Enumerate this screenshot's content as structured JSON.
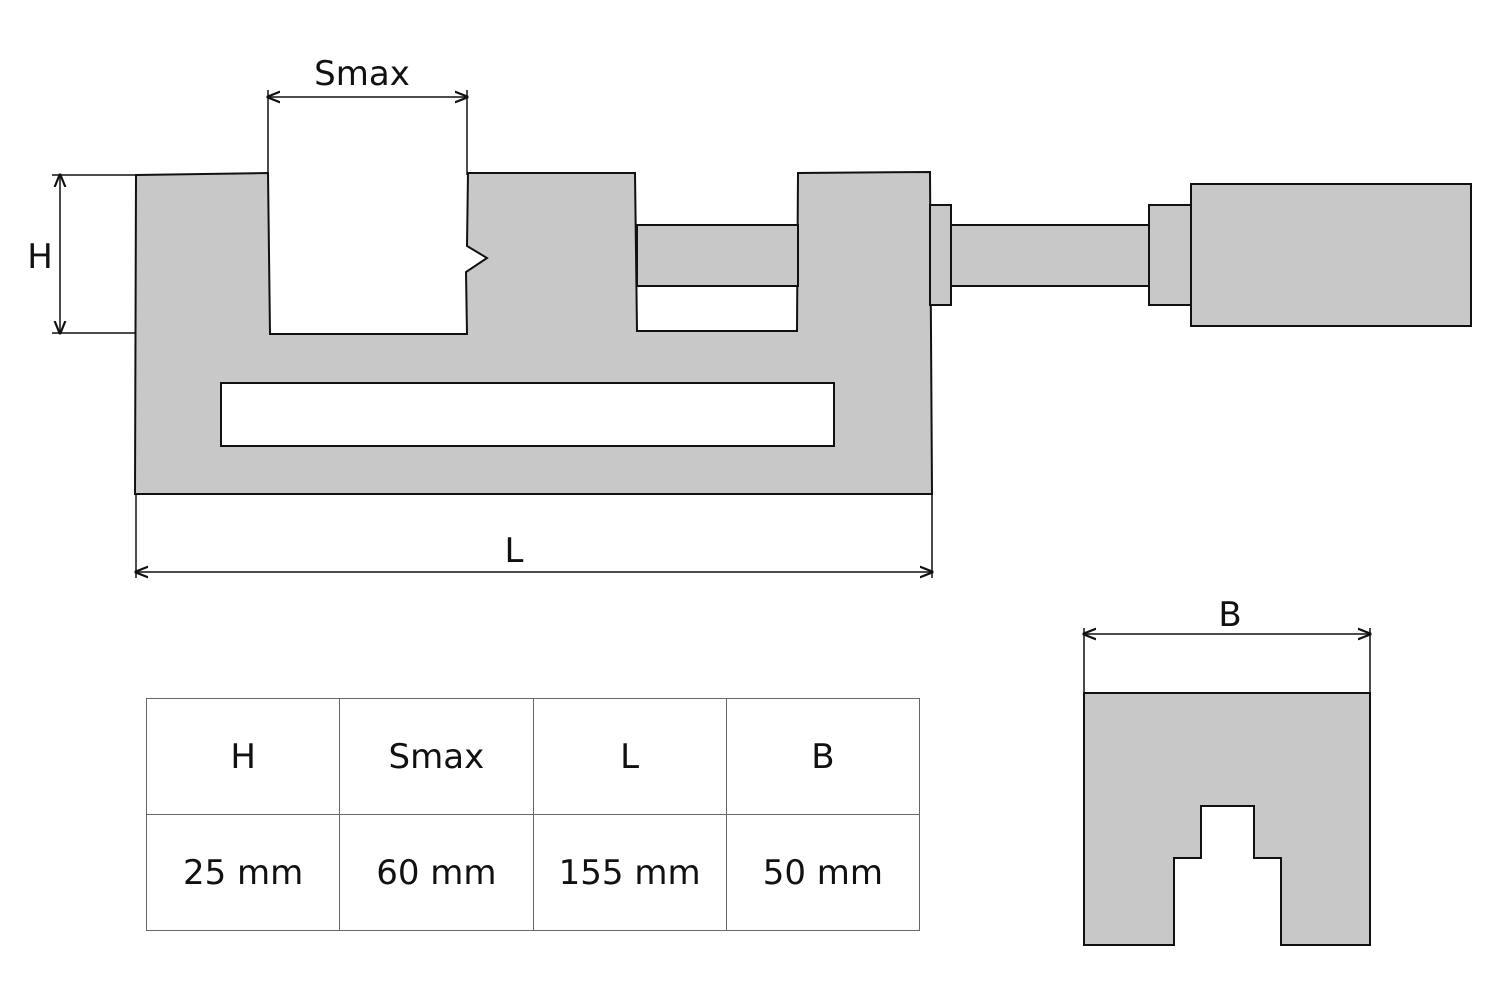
{
  "colors": {
    "part_fill": "#c8c8c8",
    "stroke": "#111111",
    "background": "#ffffff"
  },
  "dimensions": {
    "smax_label": "Smax",
    "h_label": "H",
    "l_label": "L",
    "b_label": "B"
  },
  "table": {
    "headers": [
      "H",
      "Smax",
      "L",
      "B"
    ],
    "values": [
      "25 mm",
      "60 mm",
      "155 mm",
      "50 mm"
    ]
  }
}
